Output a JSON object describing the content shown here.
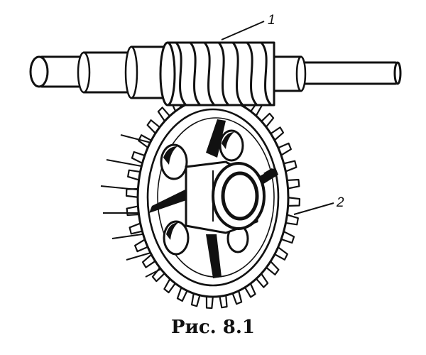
{
  "caption": "Рис. 8.1",
  "callouts": {
    "worm": "1",
    "wheel": "2"
  },
  "colors": {
    "ink": "#111111",
    "paper": "#ffffff"
  }
}
